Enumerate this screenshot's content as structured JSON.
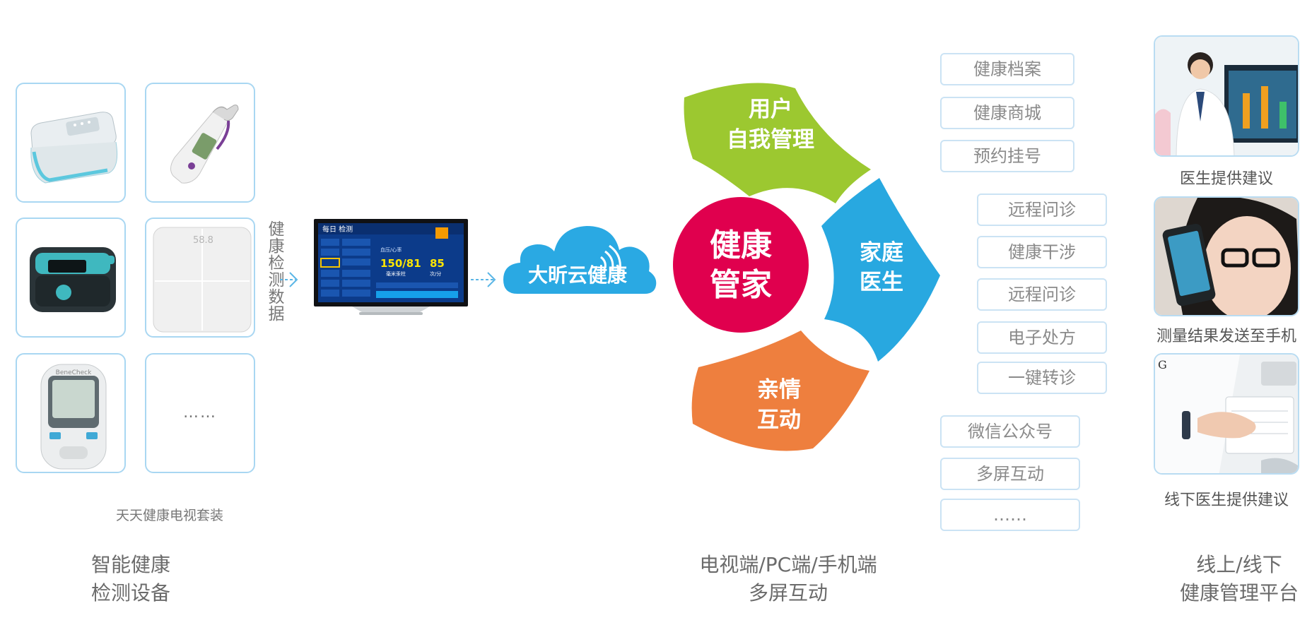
{
  "left": {
    "device_tiles": [
      "blood-pressure-monitor",
      "ear-thermometer",
      "pulse-oximeter",
      "body-scale",
      "glucose-meter",
      "more"
    ],
    "more_tile_text": "……",
    "brand_on_meter": "BeneCheck",
    "scale_display": "58.8",
    "vertical_label": "健康检测数据",
    "kit_caption": "天天健康电视套装",
    "caption_line1": "智能健康",
    "caption_line2": "检测设备"
  },
  "tv": {
    "header": "每日 检测",
    "col_head": "血压/心率",
    "bp_value": "150/81",
    "hr_value": "85",
    "bp_unit": "毫米汞柱",
    "hr_unit": "次/分"
  },
  "cloud": {
    "label": "大昕云健康"
  },
  "center": {
    "hub_line1": "健康",
    "hub_line2": "管家",
    "petal_green_line1": "用户",
    "petal_green_line2": "自我管理",
    "petal_blue_line1": "家庭",
    "petal_blue_line2": "医生",
    "petal_orange_line1": "亲情",
    "petal_orange_line2": "互动",
    "caption_line1": "电视端/PC端/手机端",
    "caption_line2": "多屏互动",
    "colors": {
      "green": "#9cc830",
      "blue": "#28a8e0",
      "orange": "#ee7f3e",
      "red": "#e0004e"
    }
  },
  "features": {
    "group1": [
      "健康档案",
      "健康商城",
      "预约挂号"
    ],
    "group2": [
      "远程问诊",
      "健康干涉",
      "远程问诊",
      "电子处方",
      "一键转诊"
    ],
    "group3": [
      "微信公众号",
      "多屏互动",
      "……"
    ]
  },
  "right": {
    "photo1_caption": "医生提供建议",
    "photo2_caption": "测量结果发送至手机",
    "photo3_caption": "线下医生提供建议",
    "caption_line1": "线上/线下",
    "caption_line2": "健康管理平台"
  }
}
